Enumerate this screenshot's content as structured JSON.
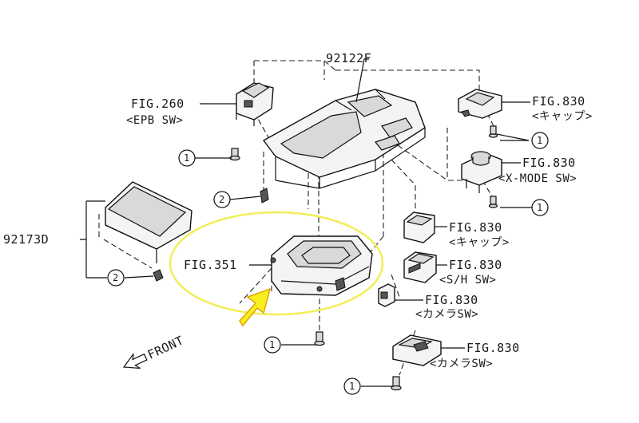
{
  "part_numbers": {
    "top_console": "92122F",
    "side_lid": "92173D"
  },
  "references": {
    "epb_fig": "FIG.260",
    "epb_sub": "<EPB SW>",
    "cap1_fig": "FIG.830",
    "cap1_sub": "<キャップ>",
    "xmode_fig": "FIG.830",
    "xmode_sub": "<X-MODE SW>",
    "cap2_fig": "FIG.830",
    "cap2_sub": "<キャップ>",
    "sh_fig": "FIG.830",
    "sh_sub": "<S/H SW>",
    "cam1_fig": "FIG.830",
    "cam1_sub": "<カメラSW>",
    "cam2_fig": "FIG.830",
    "cam2_sub": "<カメラSW>",
    "center_fig": "FIG.351"
  },
  "callouts": {
    "screw": "1",
    "clip": "2"
  },
  "direction": "FRONT",
  "colors": {
    "highlight_ellipse": "#f2ee5a",
    "arrow_fill": "#f7ef1e",
    "arrow_stroke": "#e0a400",
    "ink": "#111111"
  }
}
